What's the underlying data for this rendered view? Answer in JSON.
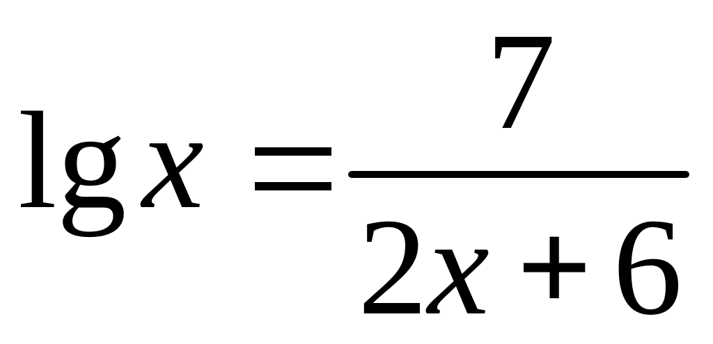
{
  "equation": {
    "lhs": {
      "function": "lg",
      "variable": "x"
    },
    "relation": "=",
    "rhs": {
      "numerator": "7",
      "denominator": {
        "coefficient": "2",
        "variable": "x",
        "operator": "+",
        "constant": "6"
      }
    }
  },
  "colors": {
    "ink": "#000000",
    "background": "#ffffff"
  }
}
